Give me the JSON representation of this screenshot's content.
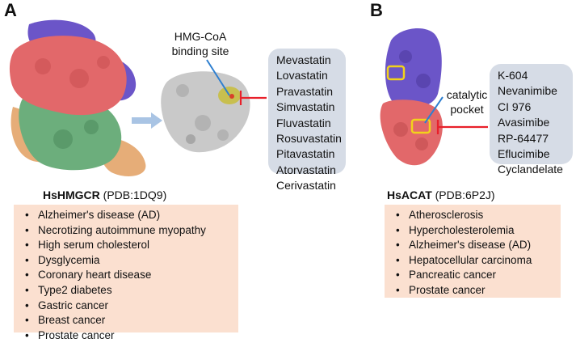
{
  "panel_a": {
    "letter": "A",
    "binding_site_label_line1": "HMG-CoA",
    "binding_site_label_line2": "binding site",
    "protein_name": "HsHMGCR",
    "protein_pdb": "(PDB:1DQ9)",
    "drugs": [
      "Mevastatin",
      "Lovastatin",
      "Pravastatin",
      "Simvastatin",
      "Fluvastatin",
      "Rosuvastatin",
      "Pitavastatin",
      "Atorvastatin",
      "Cerivastatin"
    ],
    "diseases": [
      "Alzheimer's disease (AD)",
      "Necrotizing autoimmune myopathy",
      "High serum cholesterol",
      "Dysglycemia",
      "Coronary heart disease",
      "Type2 diabetes",
      "Gastric cancer",
      "Breast cancer",
      "Prostate cancer"
    ]
  },
  "panel_b": {
    "letter": "B",
    "pocket_label_line1": "catalytic",
    "pocket_label_line2": "pocket",
    "protein_name": "HsACAT",
    "protein_pdb": "(PDB:6P2J)",
    "drugs": [
      "K-604",
      "Nevanimibe",
      "CI 976",
      "Avasimibe",
      "RP-64477",
      "Eflucimibe",
      "Cyclandelate"
    ],
    "diseases": [
      "Atherosclerosis",
      "Hypercholesterolemia",
      "Alzheimer's disease (AD)",
      "Hepatocellular carcinoma",
      "Pancreatic cancer",
      "Prostate cancer"
    ]
  },
  "colors": {
    "drug_box": "#d6dce6",
    "disease_box": "#fbe0d0",
    "inhibit_red": "#e8202a",
    "arrow_blue": "#a9c4e4",
    "callout_blue": "#2e7fd0",
    "pocket_yellow": "#f2d21b",
    "chain_red": "#e2686a",
    "chain_blue": "#6b55c8",
    "chain_green": "#6cae7c",
    "chain_orange": "#e6ad78",
    "surface_grey": "#c9c9c9"
  }
}
